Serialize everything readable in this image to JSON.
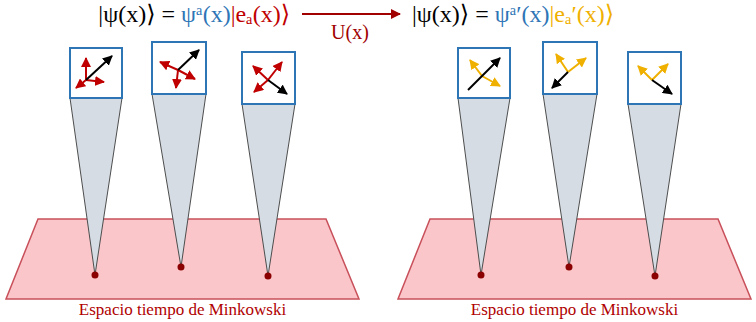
{
  "diagram": {
    "nodes": [
      {
        "text": [
          "Espacio tiempo de Minkowski"
        ]
      },
      {
        "text": [
          "Espacio tiempo de Minkowski"
        ]
      }
    ],
    "labels": [
      "|ψ(x)⟩ = ψᵃ(x)|eₐ(x)⟩",
      "U(x)",
      "|ψ(x)⟩ = ψᵃ′(x)|eₐ′(x)⟩"
    ]
  }
}
